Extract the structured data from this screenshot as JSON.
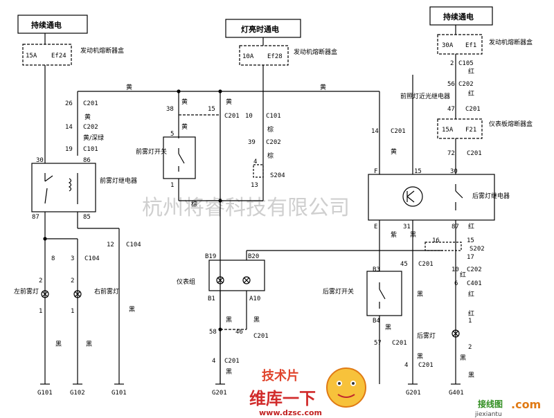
{
  "watermark": "杭州将睿科技有限公司",
  "supplies": {
    "left": "持续通电",
    "mid": "灯亮时通电",
    "right": "持续通电"
  },
  "fuses": {
    "ef24": {
      "amp": "15A",
      "id": "Ef24",
      "box": "发动机熔断器盒"
    },
    "ef28": {
      "amp": "10A",
      "id": "Ef28",
      "box": "发动机熔断器盒"
    },
    "ef1": {
      "amp": "30A",
      "id": "Ef1",
      "box": "发动机熔断器盒"
    },
    "f21": {
      "amp": "15A",
      "id": "F21",
      "box": "仪表板熔断器盒"
    }
  },
  "components": {
    "front_fog_relay": "前雾灯继电器",
    "front_fog_switch": "前雾灯开关",
    "left_fog": "左前雾灯",
    "right_fog": "右前雾灯",
    "cluster": "仪表组",
    "low_beam_relay": "前照灯近光继电器",
    "rear_fog_relay": "后雾灯继电器",
    "rear_fog_switch": "后雾灯开关",
    "rear_fog": "后雾灯"
  },
  "colors": {
    "yellow": "黄",
    "yellow_green": "黄/深绿",
    "brown": "棕",
    "black": "黑",
    "purple": "紫",
    "red": "红"
  },
  "grounds": [
    "G101",
    "G102",
    "G101",
    "G201",
    "G201",
    "G401"
  ],
  "connectors": {
    "c201": "C201",
    "c202": "C202",
    "c101": "C101",
    "c104": "C104",
    "c105": "C105",
    "c401": "C401",
    "s204": "S204",
    "s202": "S202"
  },
  "pins": {
    "p26": "26",
    "p14": "14",
    "p19": "19",
    "p30": "30",
    "p86": "86",
    "p87": "87",
    "p85": "85",
    "p8": "8",
    "p3": "3",
    "p12": "12",
    "p2": "2",
    "p1": "1",
    "p38": "38",
    "p15": "15",
    "p5": "5",
    "p10": "10",
    "p39": "39",
    "p4": "4",
    "p13": "13",
    "b19": "B19",
    "b20": "B20",
    "b1": "B1",
    "a10": "A10",
    "p58": "58",
    "p46": "46",
    "p56": "56",
    "p47": "47",
    "p72": "72",
    "f": "F",
    "e": "E",
    "p31": "31",
    "p16": "16",
    "p17": "17",
    "b3": "B3",
    "b4": "B4",
    "p45": "45",
    "p57": "57",
    "p6": "6"
  },
  "logo": {
    "cn": "维库一下",
    "url": "www.dzsc.com",
    "badge": "技术片",
    "jx": "接线图",
    "jx_dom": ".com",
    "jx_url": "jiexiantu"
  }
}
